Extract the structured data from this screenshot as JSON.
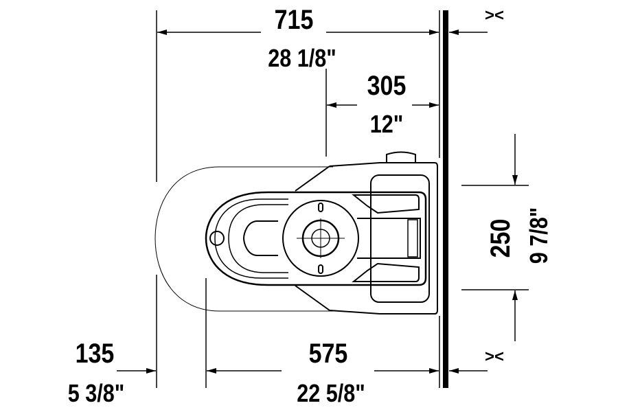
{
  "dimensions": {
    "overall_depth": {
      "mm": "715",
      "inch": "28 1/8\""
    },
    "outlet_from_wall": {
      "mm": "305",
      "inch": "12\""
    },
    "width_tank": {
      "mm": "250",
      "inch": "9 7/8\""
    },
    "front_overhang": {
      "mm": "135",
      "inch": "5 3/8\""
    },
    "bowl_depth": {
      "mm": "575",
      "inch": "22 5/8\""
    }
  },
  "symbols": {
    "wall_marker_top": "><",
    "wall_marker_bottom": "><"
  },
  "colors": {
    "line": "#000000",
    "background": "#ffffff"
  }
}
